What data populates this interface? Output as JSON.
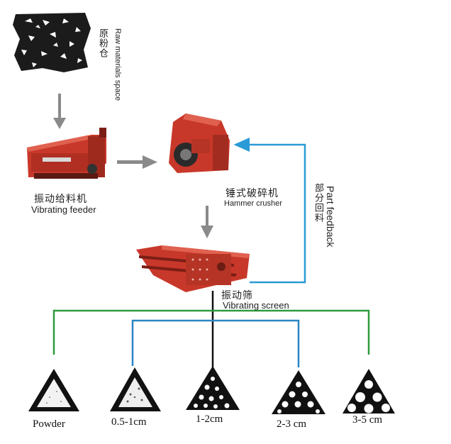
{
  "raw": {
    "zh": "原粉仓",
    "en": "Raw materials space"
  },
  "feeder": {
    "zh": "振动给料机",
    "en": "Vibrating feeder"
  },
  "crusher": {
    "zh": "锤式破碎机",
    "en": "Hammer crusher"
  },
  "screen": {
    "zh": "振动筛",
    "en": "Vibrating screen"
  },
  "feedback": {
    "zh": "部分回料",
    "en": "Part feedback"
  },
  "products": [
    {
      "label": "Powder"
    },
    {
      "label": "0.5-1cm"
    },
    {
      "label": "1-2cm"
    },
    {
      "label": "2-3 cm"
    },
    {
      "label": "3-5 cm"
    }
  ],
  "colors": {
    "machine": "#c8382a",
    "arrow": "#8a8a8a",
    "green_line": "#2e9b3e",
    "blue_line": "#2a85c4",
    "feedback_line": "#2a9bd6",
    "black_line": "#111111"
  }
}
